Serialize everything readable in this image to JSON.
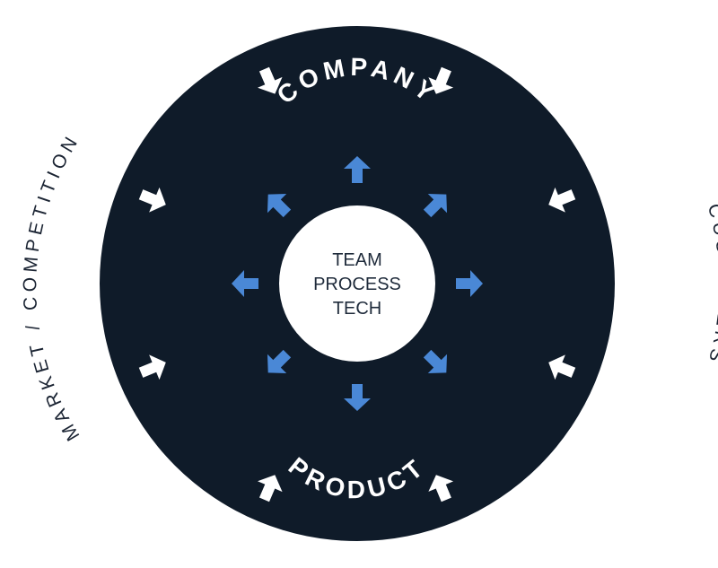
{
  "colors": {
    "ring": "#0f1b29",
    "center": "#ffffff",
    "inner_arrows": "#4a88d6",
    "outer_arrows": "#ffffff",
    "outer_label": "#1b2433"
  },
  "diagram": {
    "top_label": "COMPANY",
    "bottom_label": "PRODUCT",
    "left_label": "MARKET / COMPETITION",
    "right_label": "CUSTOMERS",
    "center_lines": [
      "TEAM",
      "PROCESS",
      "TECH"
    ],
    "outward_arrow_icons": [
      "arrow-up-icon",
      "arrow-up-right-icon",
      "arrow-right-icon",
      "arrow-down-right-icon",
      "arrow-down-icon",
      "arrow-down-left-icon",
      "arrow-left-icon",
      "arrow-up-left-icon"
    ],
    "inward_arrow_icons": [
      "inward-arrow-icon",
      "inward-arrow-icon",
      "inward-arrow-icon",
      "inward-arrow-icon",
      "inward-arrow-icon",
      "inward-arrow-icon",
      "inward-arrow-icon",
      "inward-arrow-icon"
    ]
  }
}
